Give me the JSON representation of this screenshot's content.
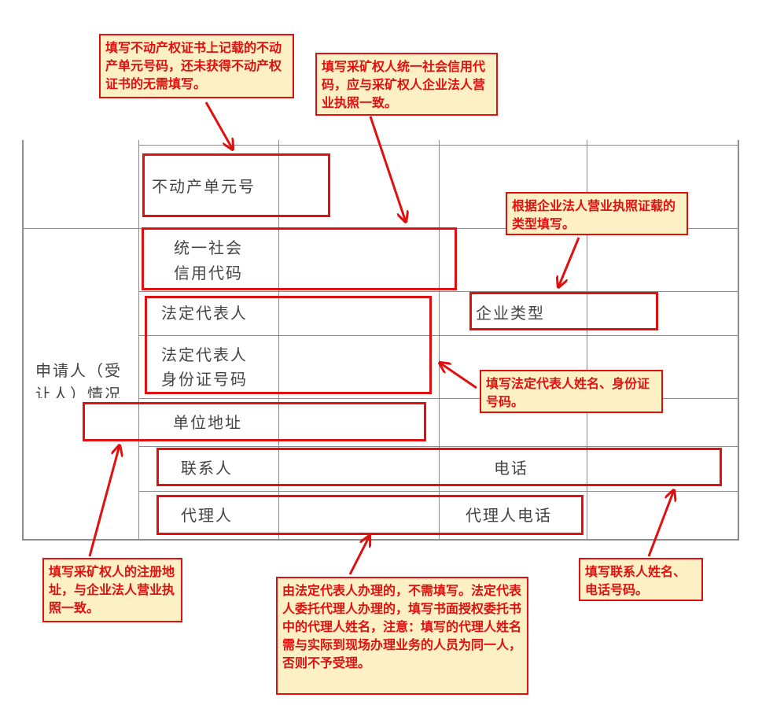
{
  "form": {
    "applicant_section_line1": "申请人（受",
    "applicant_section_line2": "让人）情况",
    "rows": {
      "property_unit_no": "不动产单元号",
      "credit_code_line1": "统一社会",
      "credit_code_line2": "信用代码",
      "legal_rep": "法定代表人",
      "legal_rep_id_line1": "法定代表人",
      "legal_rep_id_line2": "身份证号码",
      "enterprise_type": "企业类型",
      "unit_address": "单位地址",
      "contact_person": "联系人",
      "phone": "电话",
      "agent": "代理人",
      "agent_phone": "代理人电话"
    }
  },
  "notes": {
    "property_unit": "填写不动产权证书上记载的不动产单元号码，还未获得不动产权证书的无需填写。",
    "credit_code": "填写采矿权人统一社会信用代码，应与采矿权人企业法人营业执照一致。",
    "enterprise_type": "根据企业法人营业执照证载的类型填写。",
    "legal_rep": "填写法定代表人姓名、身份证号码。",
    "address": "填写采矿权人的注册地址，与企业法人营业执照一致。",
    "agent": "由法定代表人办理的，不需填写。法定代表人委托代理人办理的，填写书面授权委托书中的代理人姓名，注意：填写的代理人姓名需与实际到现场办理业务的人员为同一人，否则不予受理。",
    "contact": "填写联系人姓名、电话号码。"
  },
  "colors": {
    "annotation_red": "#e01010",
    "note_background": "#fcf0c4",
    "grid": "#8c8c8c",
    "form_text": "#444444"
  }
}
